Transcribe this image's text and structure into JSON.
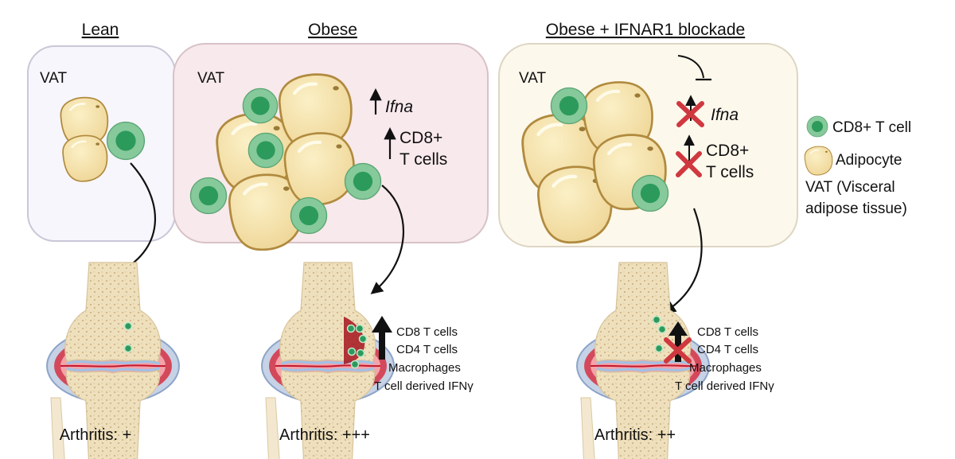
{
  "panels": [
    {
      "title": "Lean",
      "vat": "VAT",
      "outcome": "Arthritis: +"
    },
    {
      "title": "Obese",
      "vat": "VAT",
      "ifna": "Ifna",
      "cd8_line1": "CD8+",
      "cd8_line2": "T cells",
      "joint_list": [
        "CD8 T cells",
        "CD4 T cells",
        "Macrophages",
        "T cell derived IFNγ"
      ],
      "outcome": "Arthritis: +++"
    },
    {
      "title": "Obese + IFNAR1 blockade",
      "vat": "VAT",
      "ifna": "Ifna",
      "cd8_line1": "CD8+",
      "cd8_line2": "T cells",
      "joint_list": [
        "CD8 T cells",
        "CD4 T cells",
        "Macrophages",
        "T cell derived IFNγ"
      ],
      "outcome": "Arthritis: ++"
    }
  ],
  "legend": {
    "tcell": "CD8+ T cell",
    "adipocyte": "Adipocyte",
    "vat_line1": "VAT (Visceral",
    "vat_line2": "adipose tissue)"
  },
  "colors": {
    "adipocyte_fill": "#f5e2a8",
    "adipocyte_stroke": "#b08a3e",
    "tcell_outer": "#86c99a",
    "tcell_inner": "#2c9a5b",
    "lean_bg": "#f7f6fc",
    "obese_bg": "#f8e9ec",
    "blockade_bg": "#fdf8ec",
    "cross": "#d0383f"
  }
}
